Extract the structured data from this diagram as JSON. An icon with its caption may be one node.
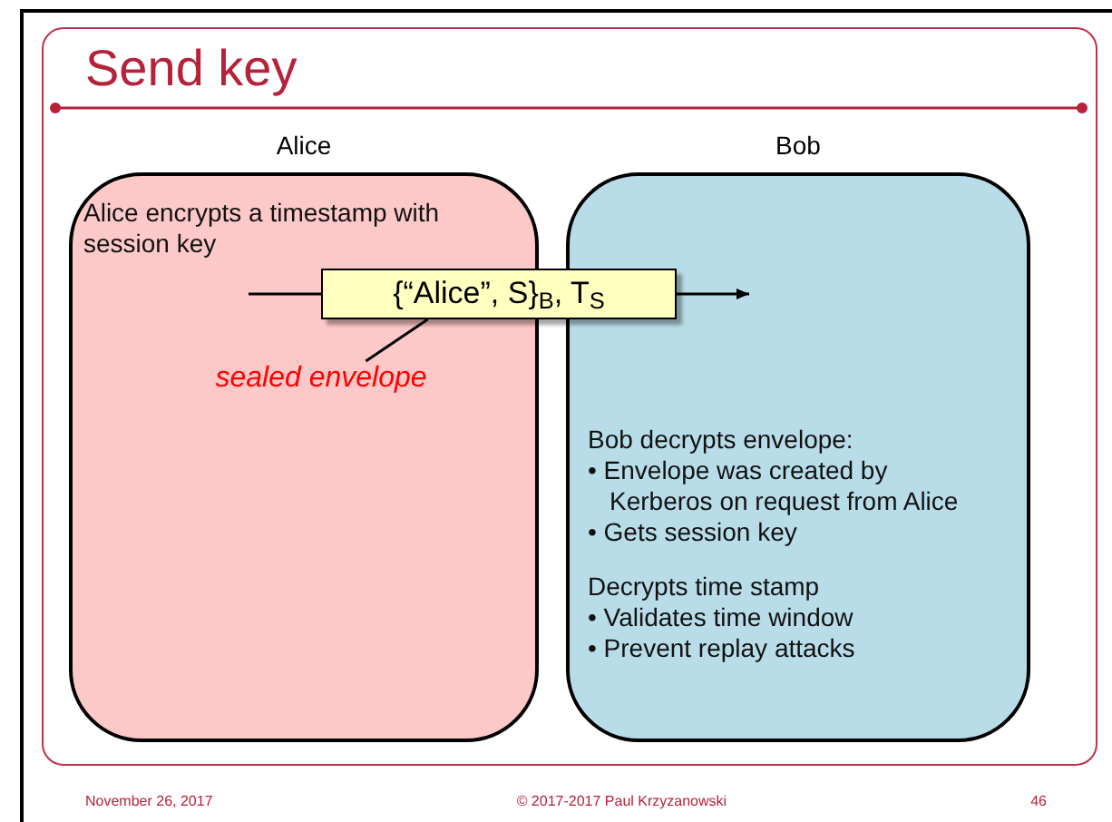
{
  "diagram": {
    "title": "Send key",
    "nodes": [
      {
        "text": [
          "Alice",
          "Alice encrypts a timestamp with session key"
        ]
      },
      {
        "text": [
          "Bob",
          "Bob decrypts envelope:",
          "• Envelope was created by Kerberos on request from Alice",
          "• Gets session key",
          "Decrypts time stamp",
          "• Validates time window",
          "• Prevent replay attacks"
        ]
      },
      {
        "text": [
          "{“Alice”, S}$_{B}$, T$_{S}$"
        ]
      },
      {
        "text": [
          "sealed envelope"
        ],
        "in": 0
      }
    ],
    "edges": [
      {
        "from": 0,
        "to": 2,
        "arrow": "none"
      },
      {
        "from": 2,
        "to": 1,
        "arrow": "to"
      },
      {
        "from": 3,
        "to": 2,
        "arrow": "none"
      }
    ],
    "labels": [
      "November 26, 2017",
      "© 2017-2017 Paul Krzyzanowski",
      "46"
    ]
  }
}
